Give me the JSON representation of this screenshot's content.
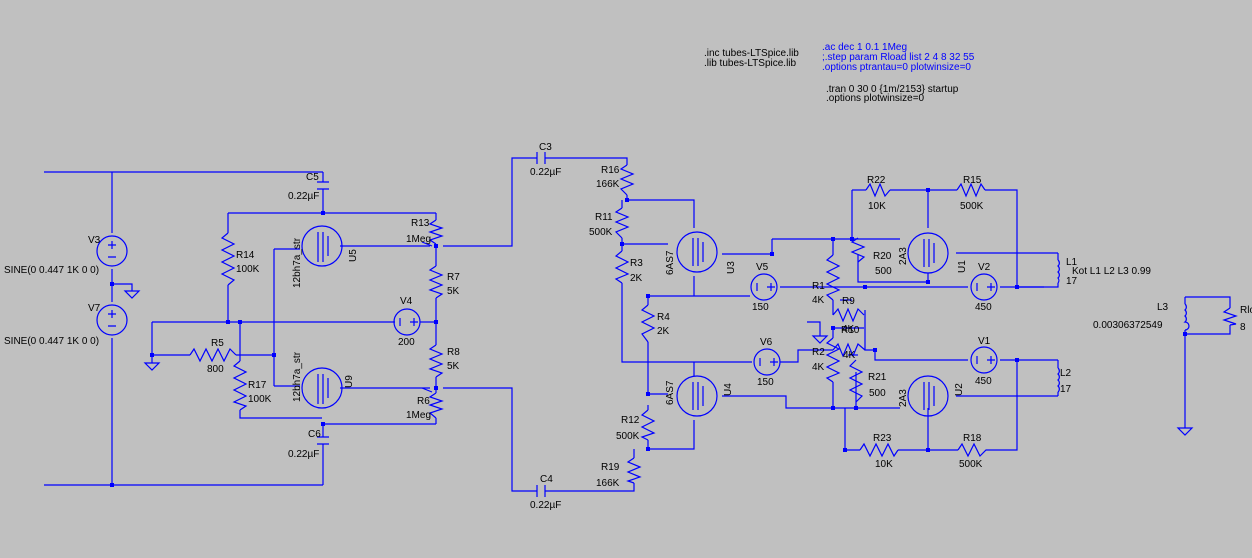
{
  "directives": {
    "inc": ".inc tubes-LTSpice.lib",
    "lib": ".lib tubes-LTSpice.lib",
    "ac": ".ac dec 1 0.1 1Meg",
    "step": ";.step param Rload list 2 4 8 32 55",
    "options1": ".options ptrantau=0 plotwinsize=0",
    "tran": ".tran 0 30 0 {1m/2153} startup",
    "options2": ".options plotwinsize=0",
    "kcoupling": "Kot L1 L2 L3 0.99"
  },
  "components": {
    "V3": {
      "name": "V3",
      "value": "SINE(0 0.447 1K 0 0)"
    },
    "V7": {
      "name": "V7",
      "value": "SINE(0 0.447 1K 0 0)"
    },
    "C5": {
      "name": "C5",
      "value": "0.22µF"
    },
    "C6": {
      "name": "C6",
      "value": "0.22µF"
    },
    "C3": {
      "name": "C3",
      "value": "0.22µF"
    },
    "C4": {
      "name": "C4",
      "value": "0.22µF"
    },
    "R14": {
      "name": "R14",
      "value": "100K"
    },
    "R17": {
      "name": "R17",
      "value": "100K"
    },
    "R5": {
      "name": "R5",
      "value": "800"
    },
    "R13": {
      "name": "R13",
      "value": "1Meg"
    },
    "R6": {
      "name": "R6",
      "value": "1Meg"
    },
    "R7": {
      "name": "R7",
      "value": "5K"
    },
    "R8": {
      "name": "R8",
      "value": "5K"
    },
    "V4": {
      "name": "V4",
      "value": "200"
    },
    "U5": {
      "name": "U5",
      "value": "12bh7a_str"
    },
    "U9": {
      "name": "U9",
      "value": "12bh7a_str"
    },
    "R16": {
      "name": "R16",
      "value": "166K"
    },
    "R11": {
      "name": "R11",
      "value": "500K"
    },
    "R3": {
      "name": "R3",
      "value": "2K"
    },
    "R4": {
      "name": "R4",
      "value": "2K"
    },
    "R12": {
      "name": "R12",
      "value": "500K"
    },
    "R19": {
      "name": "R19",
      "value": "166K"
    },
    "U3": {
      "name": "U3",
      "value": "6AS7"
    },
    "U4": {
      "name": "U4",
      "value": "6AS7"
    },
    "V5": {
      "name": "V5",
      "value": "150"
    },
    "V6": {
      "name": "V6",
      "value": "150"
    },
    "R1": {
      "name": "R1",
      "value": "4K"
    },
    "R2": {
      "name": "R2",
      "value": "4K"
    },
    "R9": {
      "name": "R9",
      "value": "4K"
    },
    "R10": {
      "name": "R10",
      "value": "4K"
    },
    "R22": {
      "name": "R22",
      "value": "10K"
    },
    "R15": {
      "name": "R15",
      "value": "500K"
    },
    "R20": {
      "name": "R20",
      "value": "500"
    },
    "R21": {
      "name": "R21",
      "value": "500"
    },
    "R23": {
      "name": "R23",
      "value": "10K"
    },
    "R18": {
      "name": "R18",
      "value": "500K"
    },
    "U1": {
      "name": "U1",
      "value": "2A3"
    },
    "U2": {
      "name": "U2",
      "value": "2A3"
    },
    "V2": {
      "name": "V2",
      "value": "450"
    },
    "V1": {
      "name": "V1",
      "value": "450"
    },
    "L1": {
      "name": "L1",
      "value": "17"
    },
    "L2": {
      "name": "L2",
      "value": "17"
    },
    "L3": {
      "name": "L3",
      "value": "0.00306372549"
    },
    "Rload": {
      "name": "Rlo",
      "value": "8"
    }
  },
  "colors": {
    "background": "#c0c0c0",
    "wire": "#0000ff",
    "text": "#000000",
    "directive": "#0000ff"
  }
}
